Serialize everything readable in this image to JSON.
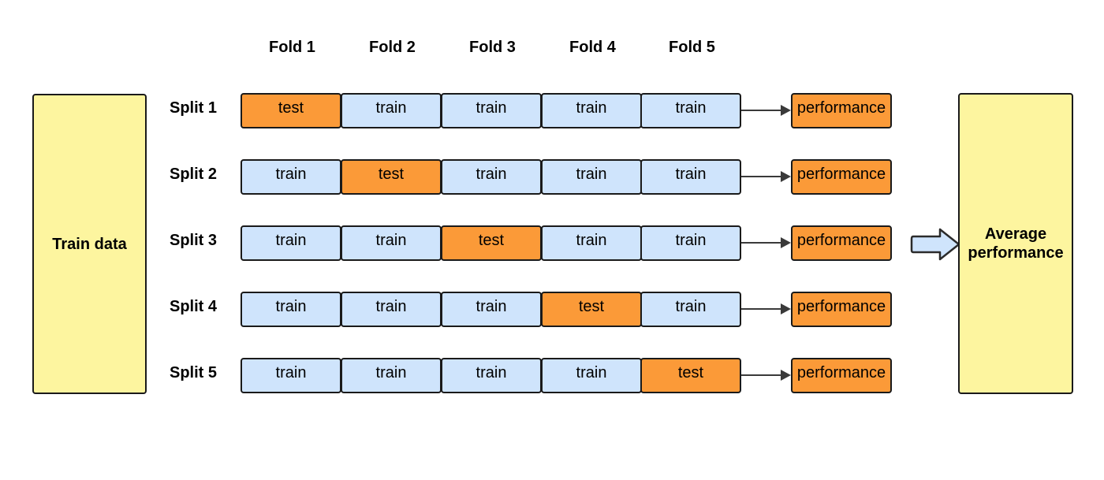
{
  "folds": [
    "Fold 1",
    "Fold 2",
    "Fold 3",
    "Fold 4",
    "Fold 5"
  ],
  "train_data_label": "Train data",
  "average_label": "Average performance",
  "cell_labels": {
    "test": "test",
    "train": "train"
  },
  "performance_label": "performance",
  "splits": [
    {
      "label": "Split 1",
      "test_fold": 1
    },
    {
      "label": "Split 2",
      "test_fold": 2
    },
    {
      "label": "Split 3",
      "test_fold": 3
    },
    {
      "label": "Split 4",
      "test_fold": 4
    },
    {
      "label": "Split 5",
      "test_fold": 5
    }
  ],
  "colors": {
    "test": "#fb9a38",
    "train": "#cfe4fc",
    "side_box": "#fdf59f",
    "performance": "#fb9a38",
    "arrow_fill": "#cfe4fc",
    "line": "#3a3a3a"
  }
}
